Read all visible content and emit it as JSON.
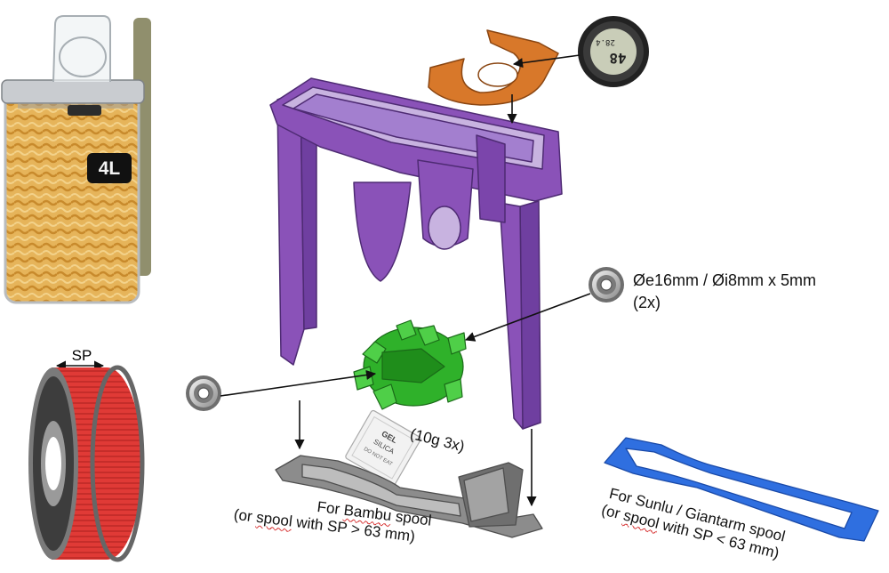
{
  "labels": {
    "container_size": "4L",
    "spool_dimension": "SP",
    "bearing_spec": "Øe16mm / Øi8mm x 5mm",
    "bearing_qty": "(2x)",
    "silica_pack": "(10g 3x)",
    "bambu_line1_prefix": "For ",
    "bambu_line1_word": "Bambu",
    "bambu_line1_suffix": " spool",
    "bambu_line2_prefix": "(or ",
    "bambu_line2_word": "spool",
    "bambu_line2_suffix": " with SP > 63 mm)",
    "sunlu_line1": "For Sunlu / Giantarm spool",
    "sunlu_line2_prefix": "(or ",
    "sunlu_line2_word": "spool",
    "sunlu_line2_suffix": " with SP < 63 mm)",
    "hygrometer_temp": "28.4",
    "hygrometer_humidity": "48",
    "silica_text_1": "GEL",
    "silica_text_2": "SILICA",
    "silica_text_3": "DO NOT EAT"
  },
  "colors": {
    "frame": "#8a52b8",
    "hygrometer_mount": "#d8782a",
    "roller": "#2fb12a",
    "bambu_tray": "#8c8c8c",
    "sunlu_tray": "#2f6fe0",
    "spool_filament": "#e03a36"
  },
  "icons": [
    "pasta-container-image",
    "filament-spool-image",
    "hygrometer-icon",
    "bearing-icon",
    "silica-gel-pack-icon"
  ]
}
